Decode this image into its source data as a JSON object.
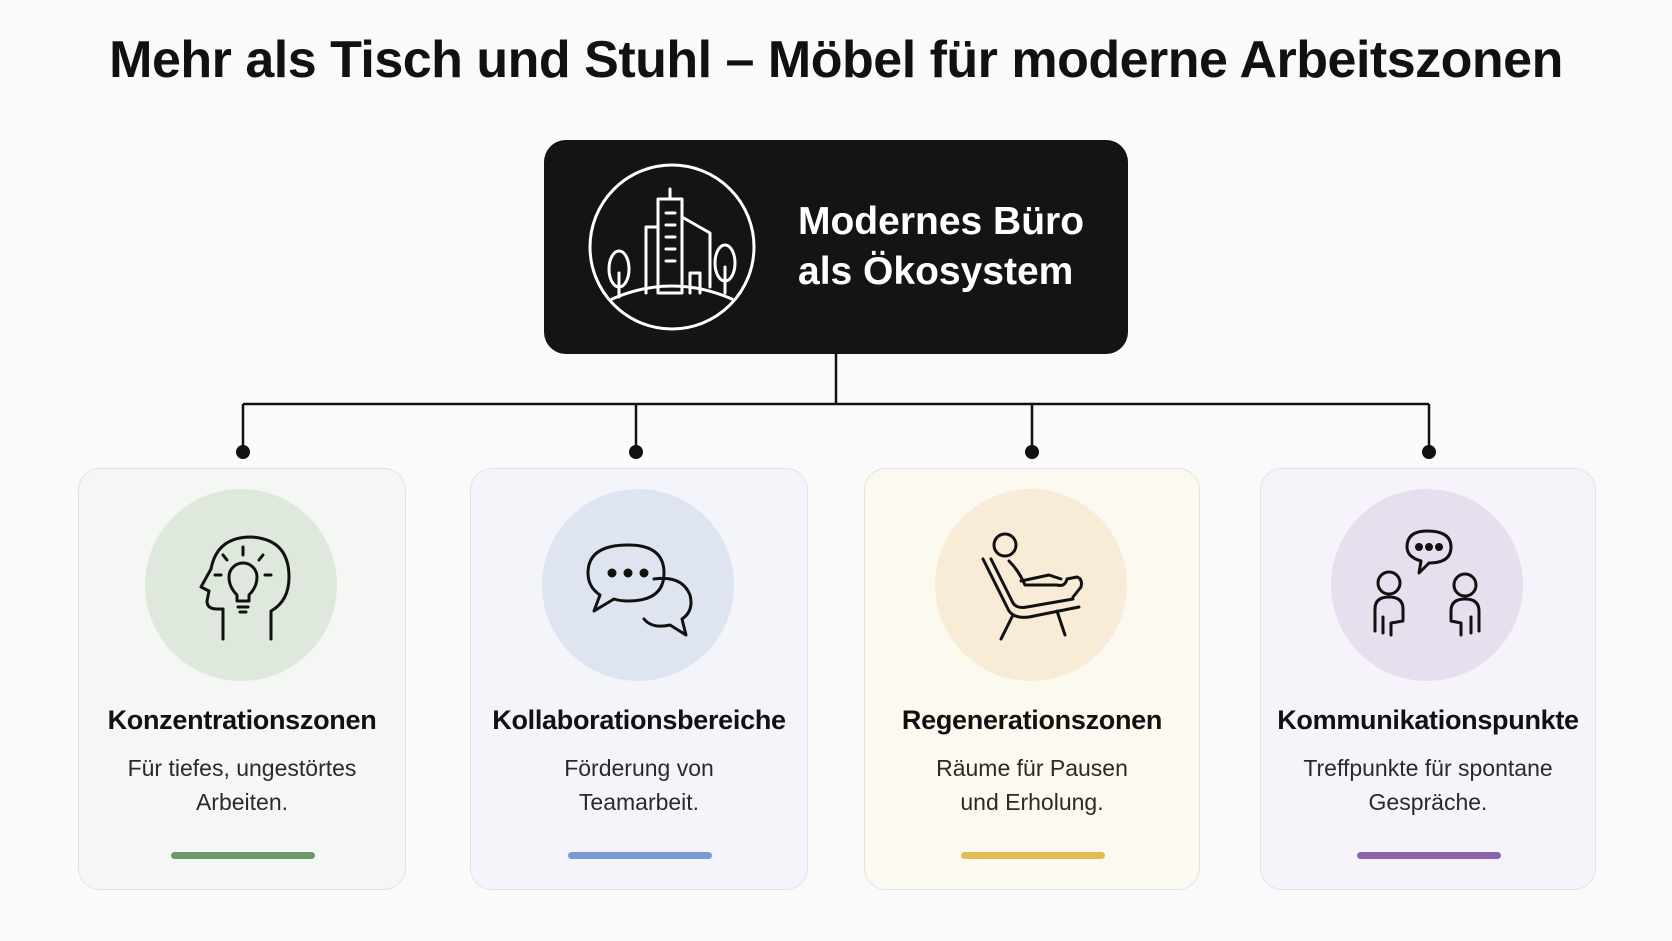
{
  "title": "Mehr als Tisch und Stuhl – Möbel für moderne Arbeitszonen",
  "root": {
    "line1": "Modernes Büro",
    "line2": "als Ökosystem",
    "icon": "office-building-icon"
  },
  "cards": [
    {
      "title": "Konzentrationszonen",
      "desc1": "Für tiefes, ungestörtes",
      "desc2": "Arbeiten.",
      "icon": "head-lightbulb-icon",
      "bg": "#f4f7f3",
      "circle": "#dfe8dc",
      "accent": "#6b9a68"
    },
    {
      "title": "Kollaborationsbereiche",
      "desc1": "Förderung von",
      "desc2": "Teamarbeit.",
      "icon": "chat-bubbles-icon",
      "bg": "#f3f5fa",
      "circle": "#dfe5f0",
      "accent": "#7a9bd0"
    },
    {
      "title": "Regenerationszonen",
      "desc1": "Räume für Pausen",
      "desc2": "und Erholung.",
      "icon": "lounge-chair-icon",
      "bg": "#fcf9f1",
      "circle": "#f8ecd6",
      "accent": "#e2bb52"
    },
    {
      "title": "Kommunikationspunkte",
      "desc1": "Treffpunkte für spontane",
      "desc2": "Gespräche.",
      "icon": "people-talking-icon",
      "bg": "#f6f4fa",
      "circle": "#e5dfee",
      "accent": "#8a65ae"
    }
  ]
}
